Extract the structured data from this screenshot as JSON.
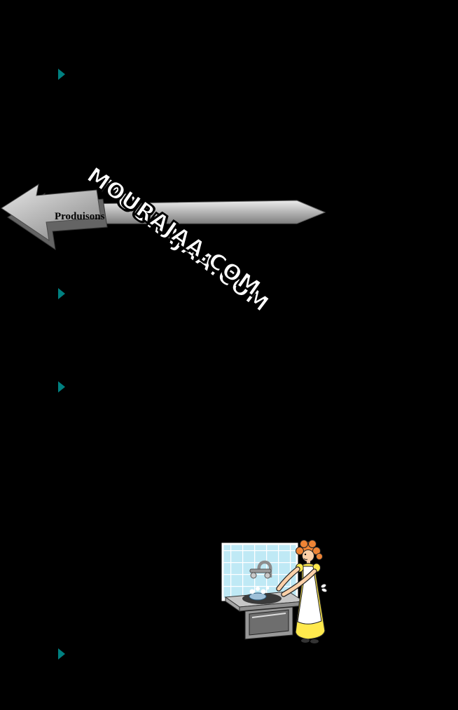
{
  "page": {
    "background_color": "#000000"
  },
  "watermark": {
    "text": "MOURAJAA.COM",
    "text_color": "#ffffff",
    "outline_color": "#000000"
  },
  "banner": {
    "label": "Produisons",
    "label_color": "#000000",
    "shape_color": "#b5b5b5"
  },
  "bullets": {
    "color": "#008080",
    "count": 4
  },
  "clipart": {
    "label": "woman-washing-dishes",
    "tile_color": "#bfe9f5",
    "dress_color": "#ffe94d",
    "hair_color": "#ee8435",
    "skin_color": "#fcd0a8",
    "apron_color": "#ffffff",
    "counter_color": "#c6c6c6"
  }
}
